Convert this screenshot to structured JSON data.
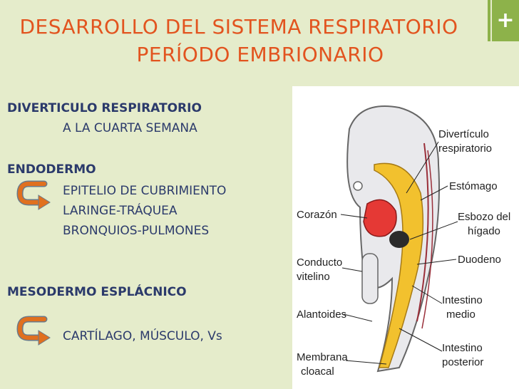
{
  "slide": {
    "title_line1": "DESARROLLO DEL SISTEMA RESPIRATORIO",
    "title_line2": "PERÍODO EMBRIONARIO",
    "accent_icon": "plus-icon",
    "colors": {
      "title": "#e2541f",
      "body_text": "#2b3a6b",
      "background": "#e5eccb",
      "accent": "#8db24a",
      "arrow": "#e0701f"
    }
  },
  "content": {
    "heading1": "DIVERTICULO RESPIRATORIO",
    "sub1": "A LA CUARTA SEMANA",
    "heading2": "ENDODERMO",
    "endo_items": [
      "EPITELIO DE CUBRIMIENTO",
      "LARINGE-TRÁQUEA",
      "BRONQUIOS-PULMONES"
    ],
    "heading3": "MESODERMO ESPLÁCNICO",
    "meso_item": "CARTÍLAGO, MÚSCULO, Vs",
    "arrow_icon": "curved-arrow-icon"
  },
  "figure": {
    "labels": {
      "diverticulo": [
        "Divertículo",
        "respiratorio"
      ],
      "estomago": "Estómago",
      "corazon": "Corazón",
      "esbozo": [
        "Esbozo del",
        "hígado"
      ],
      "conducto": [
        "Conducto",
        "vitelino"
      ],
      "duodeno": "Duodeno",
      "intestino_medio": [
        "Intestino",
        "medio"
      ],
      "alantoides": "Alantoides",
      "membrana": [
        "Membrana",
        "cloacal"
      ],
      "intestino_posterior": [
        "Intestino",
        "posterior"
      ]
    }
  }
}
